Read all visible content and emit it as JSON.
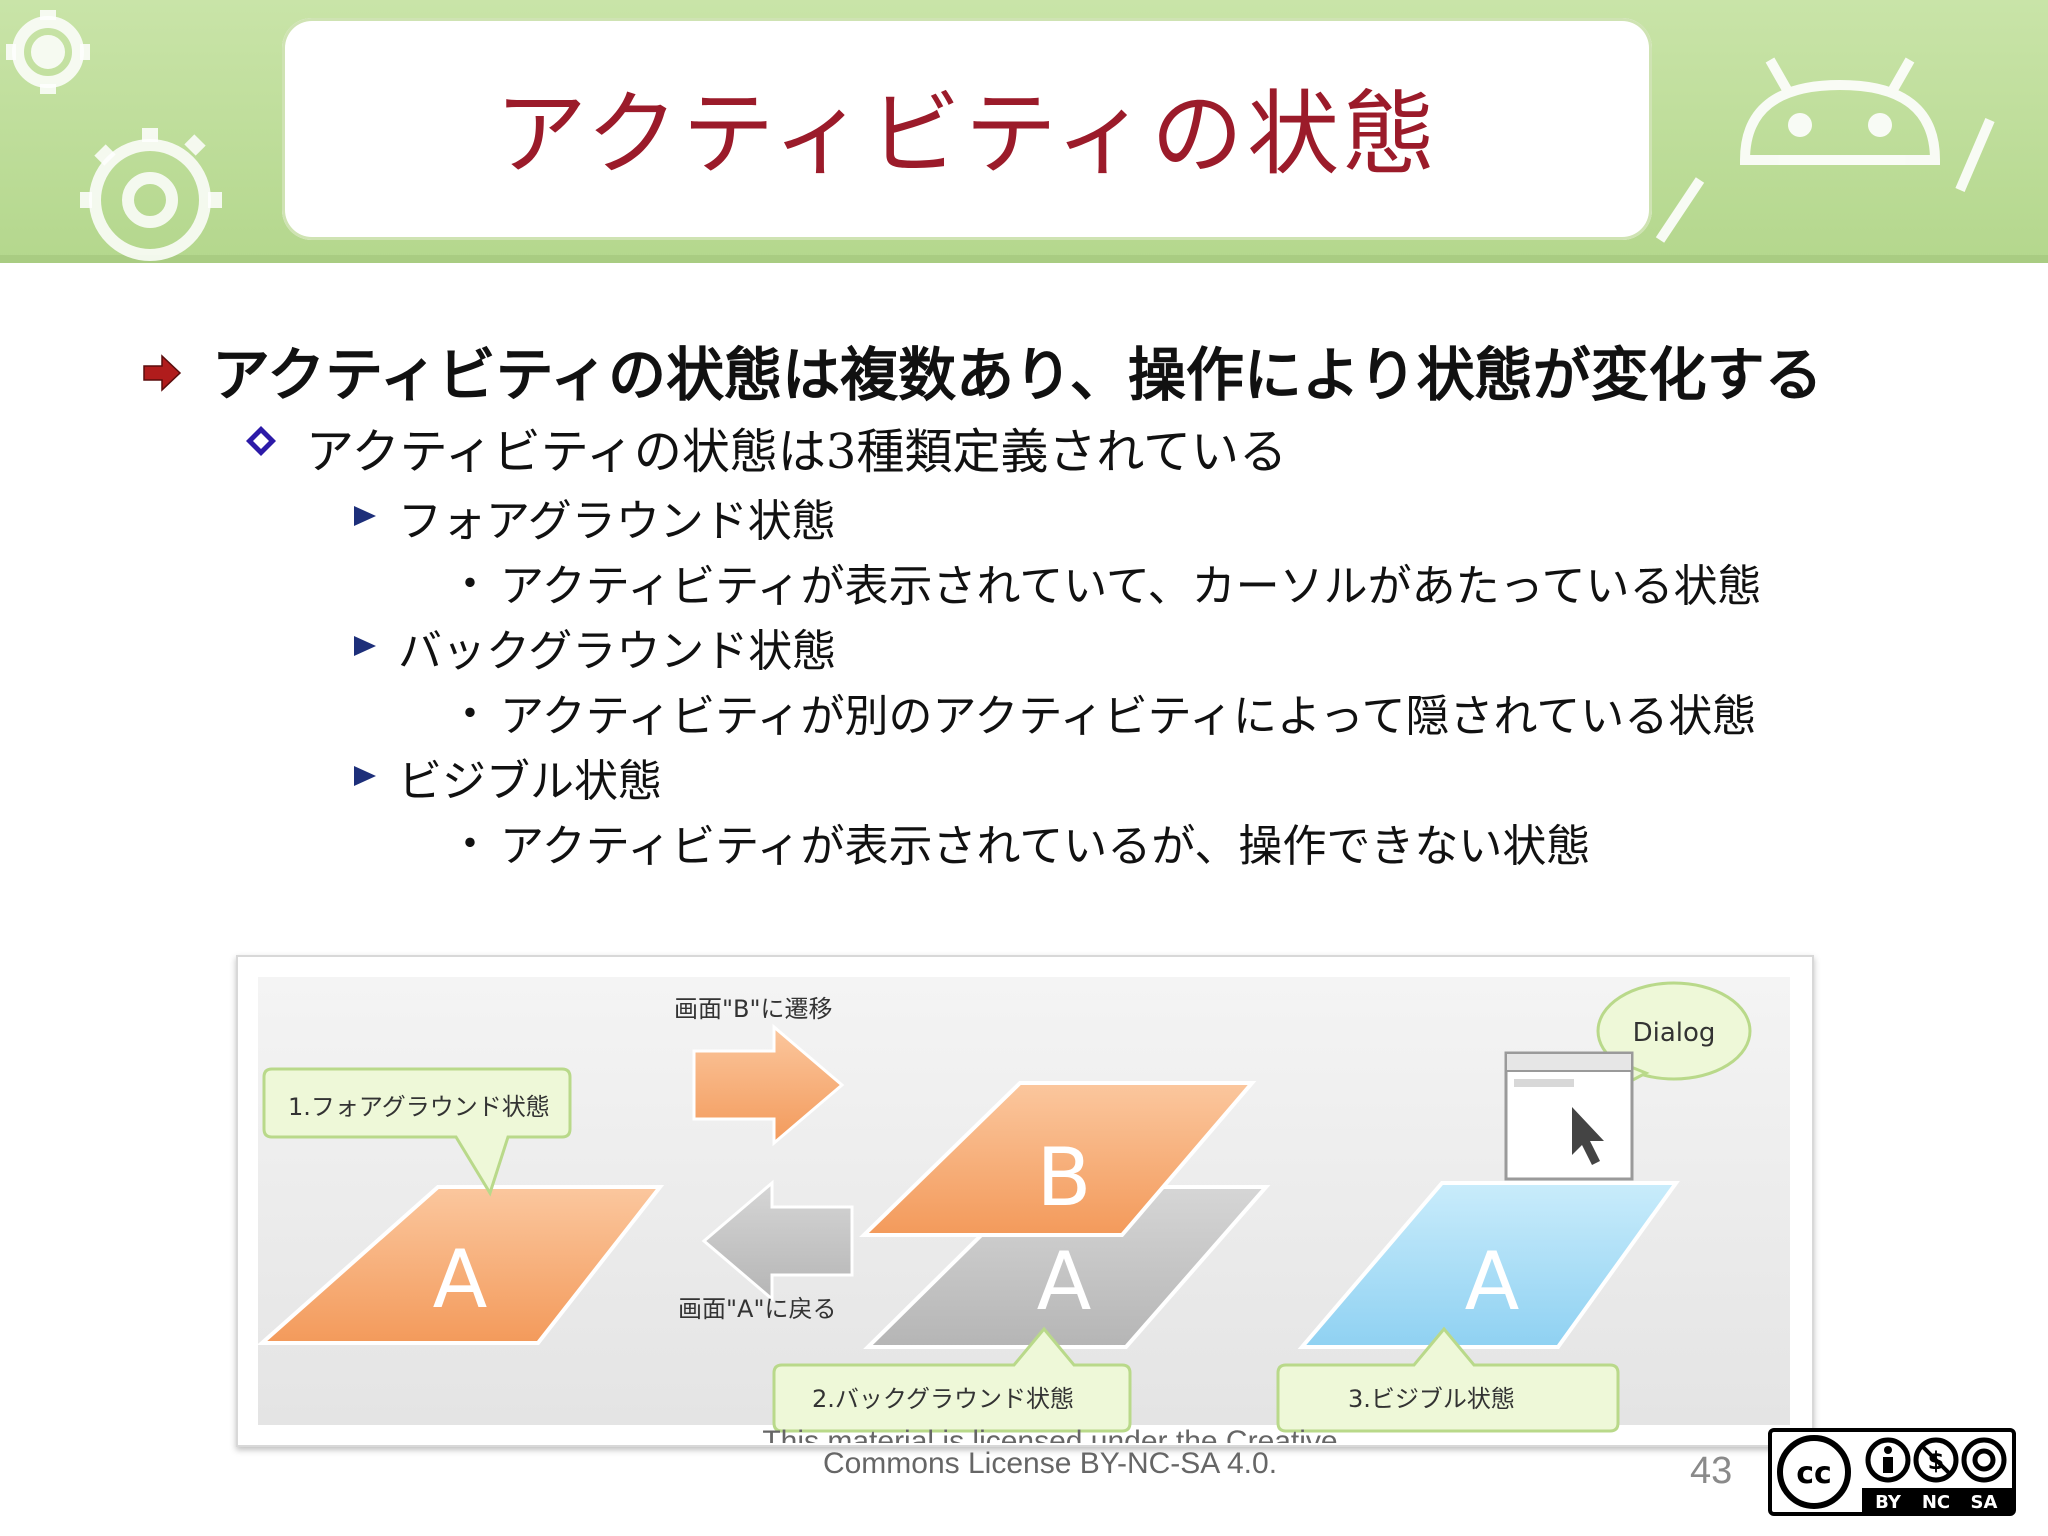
{
  "slide": {
    "title": "アクティビティの状態",
    "page_number": "43",
    "license_line1": "This material is licensed under the Creative",
    "license_line2": "Commons License BY-NC-SA 4.0.",
    "cc_badge_labels": [
      "BY",
      "NC",
      "SA"
    ]
  },
  "bullets": {
    "level1": "アクティビティの状態は複数あり、操作により状態が変化する",
    "level2": "アクティビティの状態は3種類定義されている",
    "items": [
      {
        "label": "フォアグラウンド状態",
        "detail": "アクティビティが表示されていて、カーソルがあたっている状態"
      },
      {
        "label": "バックグラウンド状態",
        "detail": "アクティビティが別のアクティビティによって隠されている状態"
      },
      {
        "label": "ビジブル状態",
        "detail": "アクティビティが表示されているが、操作できない状態"
      }
    ],
    "detail_bullet": "・"
  },
  "figure": {
    "foreground_label": "1.フォアグラウンド状態",
    "background_label": "2.バックグラウンド状態",
    "visible_label": "3.ビジブル状態",
    "to_b_label": "画面\"B\"に遷移",
    "back_to_a_label": "画面\"A\"に戻る",
    "dialog_label": "Dialog",
    "screen_a": "A",
    "screen_b": "B"
  },
  "colors": {
    "title": "#9b1b2a",
    "banner_green": "#bcdb98",
    "orange": "#f7b27d",
    "gray": "#c4c4c4",
    "blue": "#aee0f7",
    "callout_green": "#eef8d8"
  },
  "icons": [
    "gear-icon",
    "android-robot-icon",
    "red-arrow-bullet-icon",
    "diamond-bullet-icon",
    "triangle-bullet-icon",
    "cursor-icon",
    "creative-commons-icon"
  ]
}
